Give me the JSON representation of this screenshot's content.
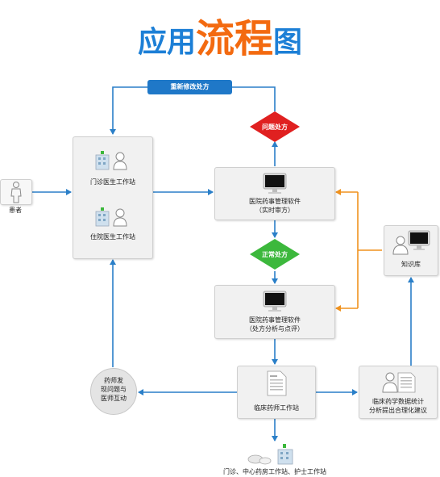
{
  "title": {
    "part1": "应用",
    "part2": "流程",
    "part3": "图"
  },
  "nodes": {
    "patient": "患者",
    "outpatient_station": "门诊医生工作站",
    "inpatient_station": "住院医生工作站",
    "realtime_review_line1": "医院药事管理软件",
    "realtime_review_line2": "（实时审方）",
    "analysis_line1": "医院药事管理软件",
    "analysis_line2": "（处方分析与点评）",
    "knowledge_base": "知识库",
    "clinical_pharmacist_station": "临床药师工作站",
    "stats_line1": "临床药学数据统计",
    "stats_line2": "分析提出合理化建议",
    "pharmacist_circle_line1": "药师发",
    "pharmacist_circle_line2": "现问题与",
    "pharmacist_circle_line3": "医师互动",
    "bottom_stations": "门诊、中心药房工作站、护士工作站"
  },
  "decisions": {
    "problem_prescription": "问题处方",
    "normal_prescription": "正常处方"
  },
  "actions": {
    "represcribe": "重新修改处方"
  },
  "colors": {
    "title_blue": "#1c7fd6",
    "title_orange": "#f36a10",
    "arrow_blue": "#2a7fc8",
    "arrow_orange": "#f0921e",
    "problem_red": "#e02020",
    "normal_green": "#3cb83c",
    "pill_blue": "#1f78c8"
  },
  "icons": {
    "patient": "person-outline-icon",
    "hospital": "hospital-building-icon",
    "doctor": "doctor-person-icon",
    "computer": "computer-monitor-icon",
    "document": "document-report-icon",
    "pharmacy": "pharmacy-pills-icon"
  }
}
